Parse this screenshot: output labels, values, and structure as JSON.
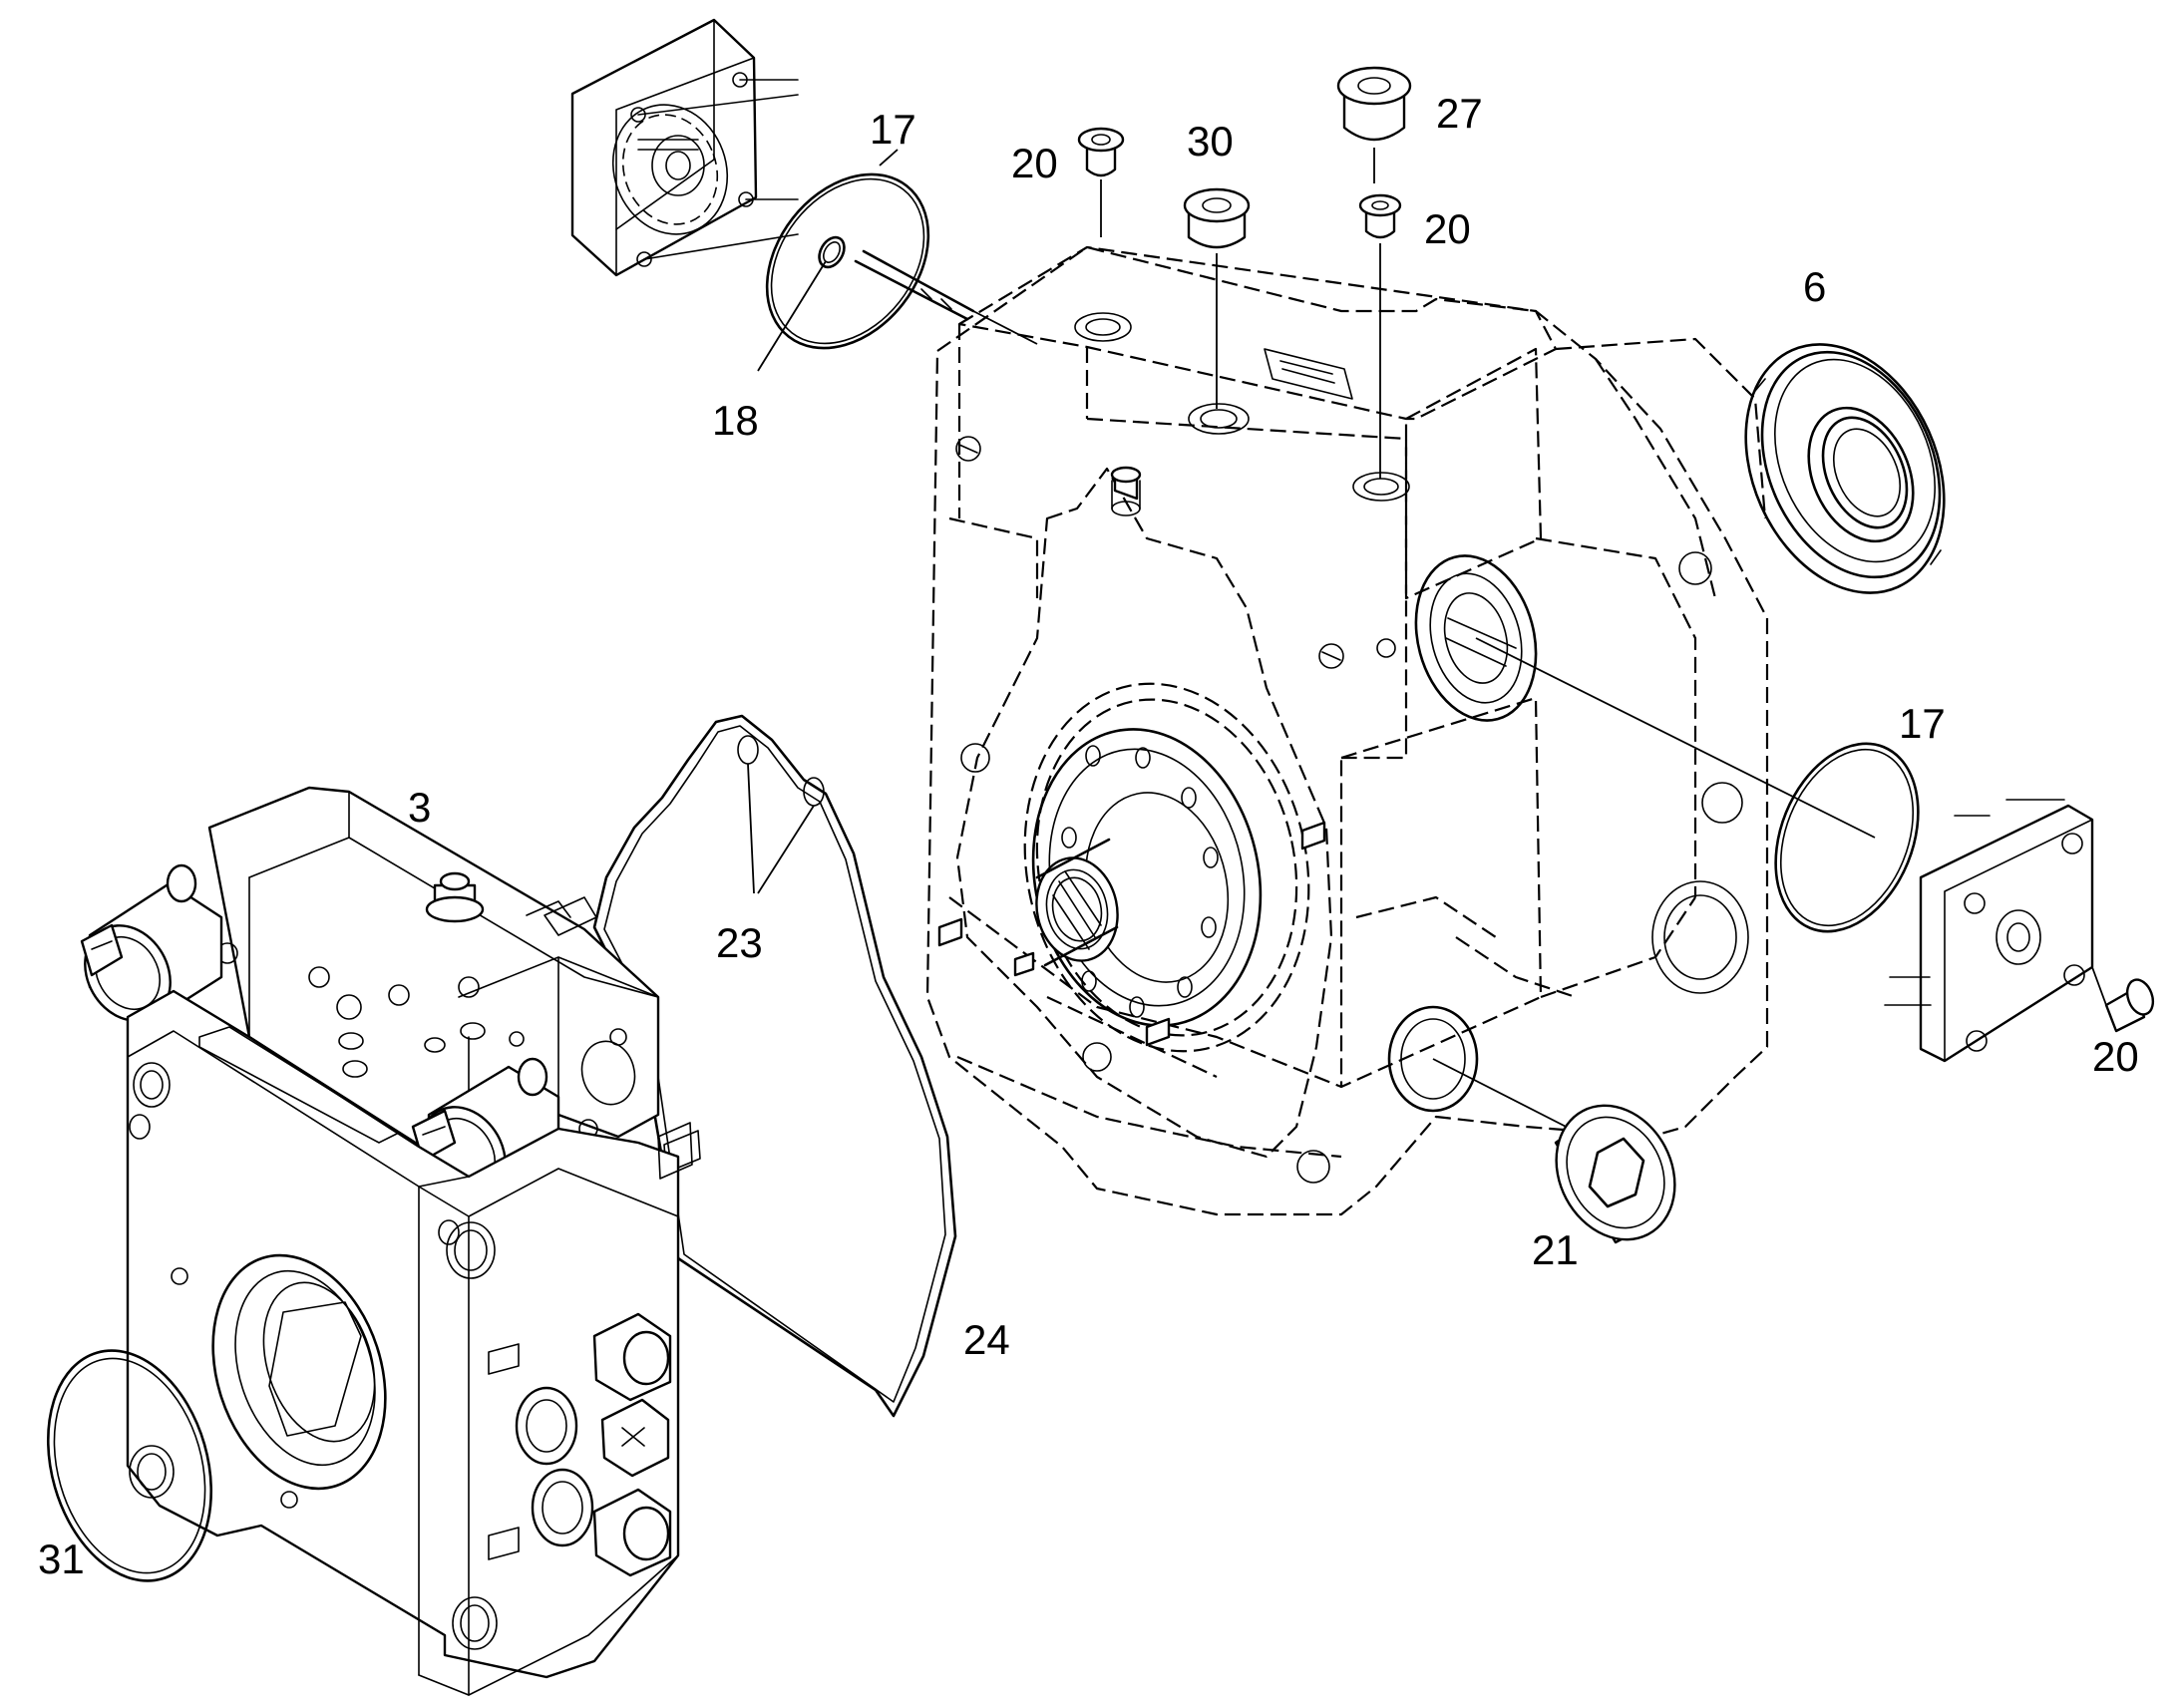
{
  "callouts": [
    {
      "id": "label-3",
      "text": "3"
    },
    {
      "id": "label-6",
      "text": "6"
    },
    {
      "id": "label-17-top",
      "text": "17"
    },
    {
      "id": "label-17-right",
      "text": "17"
    },
    {
      "id": "label-18",
      "text": "18"
    },
    {
      "id": "label-20-a",
      "text": "20"
    },
    {
      "id": "label-20-b",
      "text": "20"
    },
    {
      "id": "label-20-c",
      "text": "20"
    },
    {
      "id": "label-21",
      "text": "21"
    },
    {
      "id": "label-23",
      "text": "23"
    },
    {
      "id": "label-24",
      "text": "24"
    },
    {
      "id": "label-27",
      "text": "27"
    },
    {
      "id": "label-30",
      "text": "30"
    },
    {
      "id": "label-31",
      "text": "31"
    }
  ]
}
